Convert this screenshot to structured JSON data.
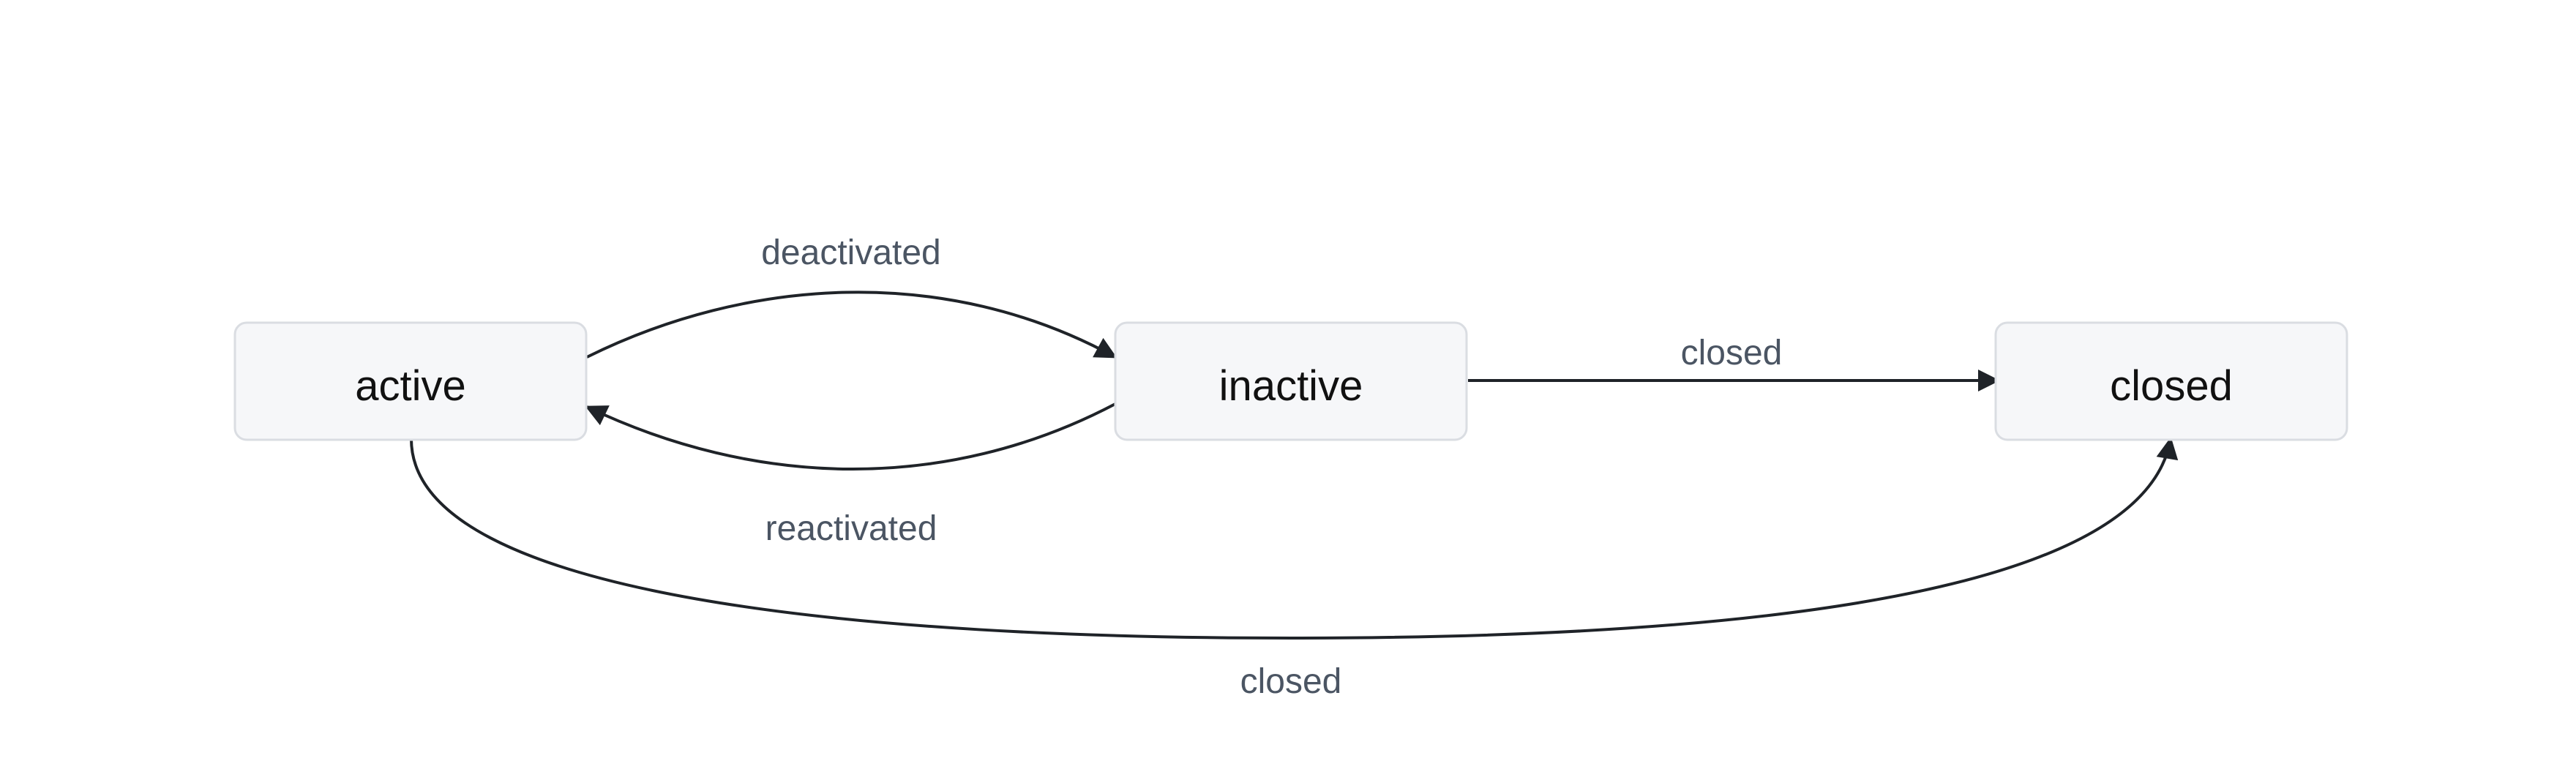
{
  "diagram": {
    "type": "state-diagram",
    "colors": {
      "node_fill": "#f6f7f9",
      "node_border": "#dadde2",
      "edge": "#1f2328",
      "edge_label": "#4b5563",
      "node_text": "#111111"
    },
    "states": [
      {
        "id": "active",
        "label": "active"
      },
      {
        "id": "inactive",
        "label": "inactive"
      },
      {
        "id": "closed",
        "label": "closed"
      }
    ],
    "transitions": [
      {
        "from": "active",
        "to": "inactive",
        "label": "deactivated"
      },
      {
        "from": "inactive",
        "to": "active",
        "label": "reactivated"
      },
      {
        "from": "inactive",
        "to": "closed",
        "label": "closed"
      },
      {
        "from": "active",
        "to": "closed",
        "label": "closed"
      }
    ]
  }
}
